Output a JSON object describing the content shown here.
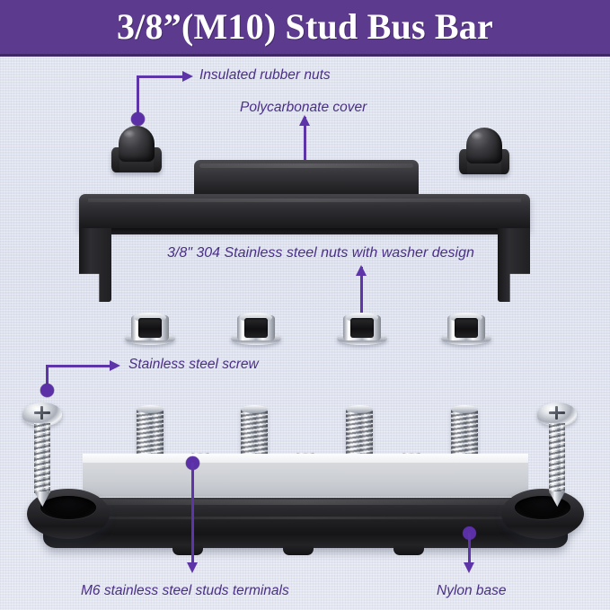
{
  "banner": {
    "title": "3/8”(M10) Stud Bus Bar",
    "background_color": "#5c3a8e",
    "text_color": "#ffffff"
  },
  "page": {
    "background_color": "#dfe3ef",
    "accent_color": "#5e35a8"
  },
  "annotations": [
    {
      "id": "insulated-rubber-nuts",
      "label": "Insulated rubber nuts"
    },
    {
      "id": "polycarbonate-cover",
      "label": "Polycarbonate cover"
    },
    {
      "id": "stainless-nuts",
      "label": "3/8\" 304 Stainless steel nuts with washer design"
    },
    {
      "id": "stainless-steel-screw",
      "label": "Stainless steel screw"
    },
    {
      "id": "m6-studs-terminals",
      "label": "M6 stainless steel studs terminals"
    },
    {
      "id": "nylon-base",
      "label": "Nylon base"
    }
  ],
  "parts": {
    "rubber_nuts_count": 2,
    "flange_nuts_count": 4,
    "studs_count": 4,
    "m6_terminals_count": 2,
    "screws_count": 2,
    "nylon_feet_count": 3
  }
}
